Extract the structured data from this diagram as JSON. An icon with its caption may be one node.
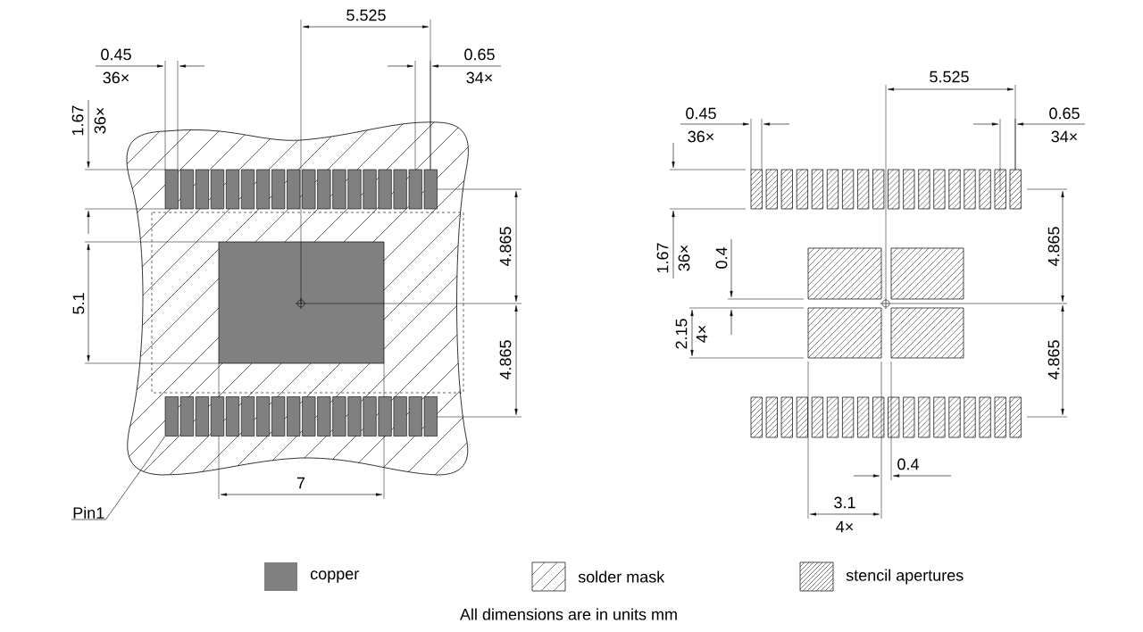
{
  "diagram": {
    "caption": "All dimensions are in units mm",
    "nodes": [
      {
        "text": [],
        "shape": "box"
      },
      {
        "text": [],
        "shape": "box"
      },
      {
        "text": [],
        "shape": "box"
      },
      {
        "text": [],
        "shape": "box"
      },
      {
        "text": [],
        "shape": "box"
      },
      {
        "text": [],
        "shape": "box"
      },
      {
        "text": [],
        "shape": "box"
      },
      {
        "text": [],
        "shape": "box"
      },
      {
        "text": [],
        "shape": "box"
      },
      {
        "text": [],
        "shape": "box"
      },
      {
        "text": [],
        "shape": "box"
      },
      {
        "text": [],
        "shape": "box"
      },
      {
        "text": [],
        "shape": "box"
      },
      {
        "text": [],
        "shape": "box"
      },
      {
        "text": [],
        "shape": "box"
      },
      {
        "text": [],
        "shape": "box"
      },
      {
        "text": [],
        "shape": "box"
      },
      {
        "text": [],
        "shape": "box"
      },
      {
        "text": [],
        "shape": "box"
      },
      {
        "text": [],
        "shape": "box"
      },
      {
        "text": [],
        "shape": "box"
      },
      {
        "text": [],
        "shape": "box"
      },
      {
        "text": [],
        "shape": "box"
      },
      {
        "text": [],
        "shape": "box"
      },
      {
        "text": [],
        "shape": "box"
      },
      {
        "text": [],
        "shape": "box"
      },
      {
        "text": [],
        "shape": "box"
      },
      {
        "text": [],
        "shape": "box"
      },
      {
        "text": [],
        "shape": "box"
      },
      {
        "text": [],
        "shape": "box"
      },
      {
        "text": [],
        "shape": "box"
      },
      {
        "text": [],
        "shape": "box"
      },
      {
        "text": [],
        "shape": "box"
      },
      {
        "text": [],
        "shape": "box"
      },
      {
        "text": [],
        "shape": "box"
      },
      {
        "text": [],
        "shape": "box"
      },
      {
        "text": [
          "Pin1"
        ]
      }
    ],
    "edges": [
      {
        "from": 36,
        "to": 18,
        "arrow": "none"
      }
    ],
    "labels": [
      "5.525",
      "0.45",
      "36×",
      "0.65",
      "34×",
      "1.67",
      "36×",
      "4.865",
      "5.1",
      "4.865",
      "7",
      "5.525",
      "0.45",
      "36×",
      "0.65",
      "34×",
      "1.67",
      "36×",
      "0.4",
      "4.865",
      "2.15",
      "4×",
      "4.865",
      "0.4",
      "3.1",
      "4×"
    ],
    "legend": [
      {
        "text": "copper",
        "color": "#808080"
      },
      {
        "text": "solder mask"
      },
      {
        "text": "stencil apertures"
      }
    ]
  }
}
